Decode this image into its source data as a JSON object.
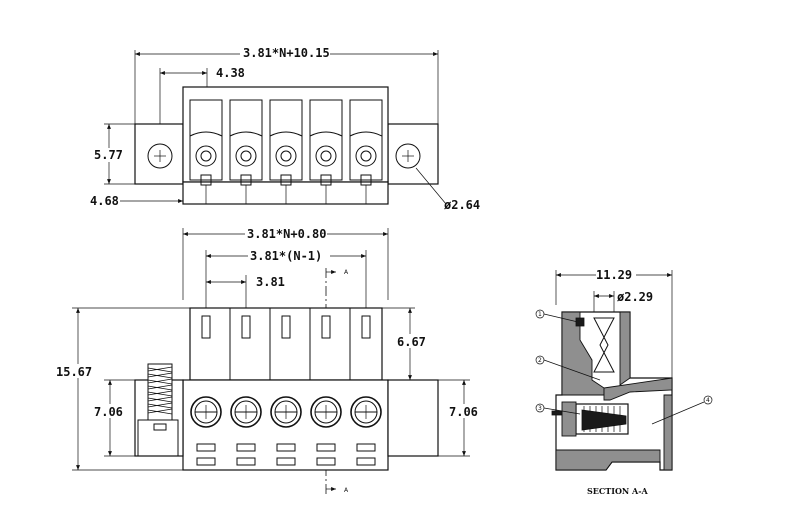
{
  "drawing": {
    "top_view": {
      "overall_width": "3.81*N+10.15",
      "pin_offset": "4.38",
      "height": "5.77",
      "base_offset": "4.68",
      "hole_diameter": "ø2.64"
    },
    "front_view": {
      "body_width": "3.81*N+0.80",
      "pin_span": "3.81*(N-1)",
      "pitch": "3.81",
      "upper_height": "6.67",
      "total_height": "15.67",
      "left_lower_height": "7.06",
      "right_lower_height": "7.06",
      "section_mark_top": "A",
      "section_mark_bottom": "A"
    },
    "section_view": {
      "width": "11.29",
      "hole_diameter": "ø2.29",
      "caption": "SECTION A-A",
      "callouts": [
        "1",
        "2",
        "3",
        "4"
      ]
    }
  }
}
